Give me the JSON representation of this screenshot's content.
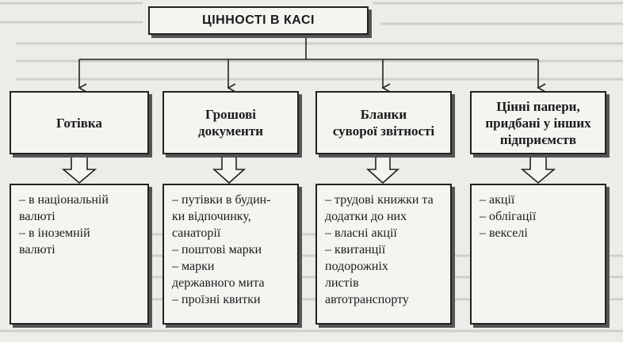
{
  "title": "ЦІННОСТІ В КАСІ",
  "categories": [
    {
      "label": "Готівка",
      "items": [
        "– в національній\n   валюті",
        "– в іноземній\n   валюті"
      ]
    },
    {
      "label": "Грошові\nдокументи",
      "items": [
        "– путівки в будин-\n   ки відпочинку,\n   санаторії",
        "– поштові марки",
        "– марки\n   державного мита",
        "– проїзні квитки"
      ]
    },
    {
      "label": "Бланки\nсуворої звітності",
      "items": [
        "– трудові книжки та\n   додатки до них",
        "– власні акції",
        "  – квитанції\n     подорожніх\n     листів\n     автотранспорту"
      ]
    },
    {
      "label": "Цінні папери,\nпридбані у інших\nпідприємств",
      "items": [
        "– акції",
        "– облігації",
        "– векселі"
      ]
    }
  ]
}
